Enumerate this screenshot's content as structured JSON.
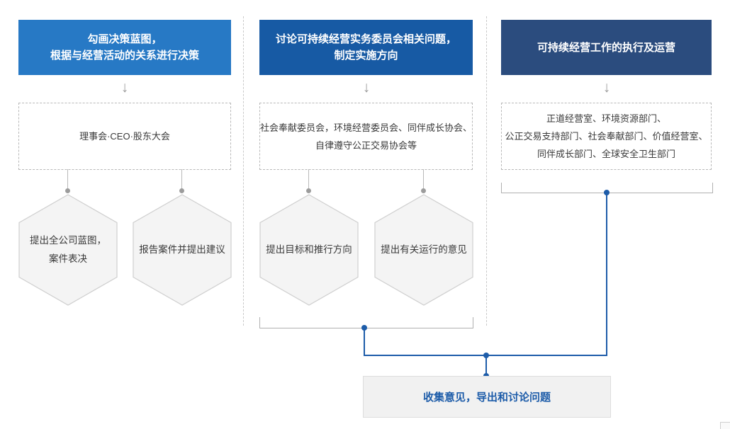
{
  "columns": [
    {
      "header_lines": [
        "勾画决策蓝图，",
        "根据与经营活动的关系进行决策"
      ],
      "body_lines": [
        "理事会·CEO·股东大会"
      ],
      "hexagons": [
        {
          "lines": [
            "提出全公司蓝图，",
            "案件表决"
          ]
        },
        {
          "lines": [
            "报告案件并提出建议"
          ]
        }
      ]
    },
    {
      "header_lines": [
        "讨论可持续经营实务委员会相关问题，",
        "制定实施方向"
      ],
      "body_lines": [
        "社会奉献委员会，环境经营委员会、同伴成长协会、",
        "自律遵守公正交易协会等"
      ],
      "hexagons": [
        {
          "lines": [
            "提出目标和推行方向"
          ]
        },
        {
          "lines": [
            "提出有关运行的意见"
          ]
        }
      ]
    },
    {
      "header_lines": [
        "可持续经营工作的执行及运营"
      ],
      "body_lines": [
        "正道经营室、环境资源部门、",
        "公正交易支持部门、社会奉献部门、价值经营室、",
        "同伴成长部门、全球安全卫生部门"
      ]
    }
  ],
  "bottom_box": {
    "label": "收集意见，导出和讨论问题"
  },
  "icons": {
    "down_arrow": "↓"
  },
  "colors": {
    "header_blue_1": "#2779c5",
    "header_blue_2": "#175aa4",
    "header_navy_3": "#2b4c7e",
    "connector_blue": "#1d5ca9",
    "gray_line": "#b9b9b9",
    "hexagon_fill": "#f4f4f4",
    "hexagon_border": "#cfcfcf",
    "bottom_box_bg": "#f1f1f1",
    "bottom_box_text": "#1d5ca9"
  }
}
